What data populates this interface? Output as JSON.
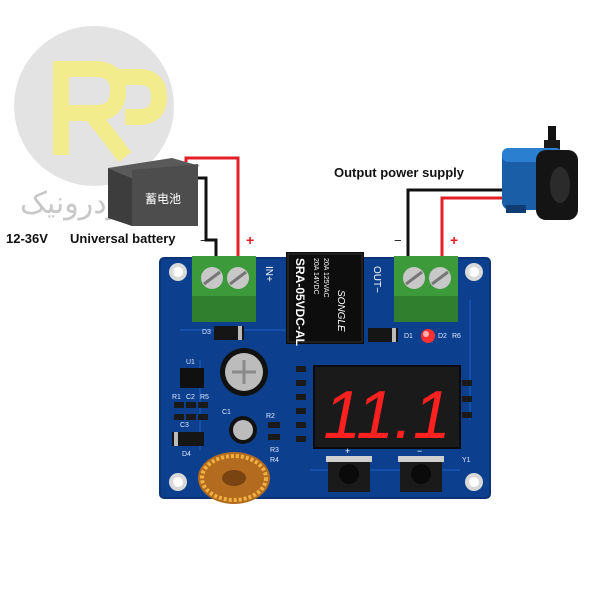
{
  "logo": {
    "glyphs": "RR",
    "colors": {
      "circle": "#e3e3e3",
      "glyph": "#f3ec8c"
    }
  },
  "watermark": {
    "text": "ردرونیک"
  },
  "battery": {
    "body_label": "蓄电池",
    "voltage": "12-36V",
    "caption": "Universal battery",
    "minus": "−",
    "plus": "+"
  },
  "output": {
    "caption": "Output power supply",
    "minus": "−",
    "plus": "+"
  },
  "board": {
    "colors": {
      "pcb": "#0c3f8d",
      "terminal": "#3c9a3a",
      "display_on": "#ff2020",
      "display_bg": "#1a1a1a",
      "wire_red": "#e21e26",
      "wire_black": "#111111"
    },
    "in_label": "IN+",
    "out_label": "OUT−",
    "relay": {
      "lines": [
        "20A 14VDC",
        "20A 125VAC"
      ],
      "model": "SRA-05VDC-AL",
      "brand": "SONGLE"
    },
    "display_digits": "11.1",
    "silkscreen": [
      "D3",
      "U1",
      "R1",
      "C2",
      "R5",
      "C3",
      "D4",
      "C1",
      "R2",
      "R3",
      "R4",
      "D1",
      "D2",
      "R6",
      "Y1"
    ],
    "buttons": [
      "+",
      "−"
    ]
  }
}
